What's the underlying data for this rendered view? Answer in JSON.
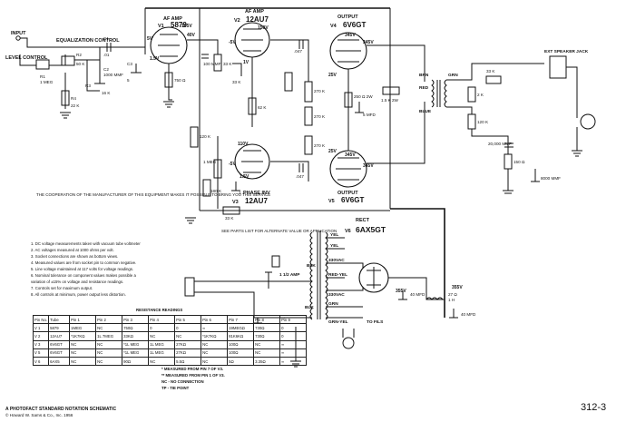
{
  "tubes": {
    "v1": {
      "ref": "V1",
      "type": "5879",
      "role": "AF AMP"
    },
    "v2": {
      "ref": "V2",
      "type": "12AU7",
      "role": "AF AMP"
    },
    "v3": {
      "ref": "V3",
      "type": "12AU7",
      "role": "PHASE INV"
    },
    "v4": {
      "ref": "V4",
      "type": "6V6GT",
      "role": "OUTPUT"
    },
    "v5": {
      "ref": "V5",
      "type": "6V6GT",
      "role": "OUTPUT"
    },
    "v6": {
      "ref": "V6",
      "type": "6AX5GT",
      "role": "RECT"
    }
  },
  "labels": {
    "input": "INPUT",
    "level_control": "LEVEL CONTROL",
    "eq_control": "EQUALIZATION CONTROL",
    "ext_speaker_jack": "EXT SPEAKER JACK",
    "to_fils": "TO FILS",
    "volts_330ac_a": "330VAC",
    "volts_330ac_b": "330VAC",
    "amp_fuse": "1 1/2 AMP",
    "wire_blk": "BLK",
    "wire_red": "RED",
    "wire_blue": "BLUE",
    "wire_brn": "BRN",
    "wire_grn": "GRN",
    "wire_yel": "YEL",
    "wire_red_yel": "RED-YEL",
    "wire_grn_yel": "GRN-YEL"
  },
  "components": [
    {
      "ref": "R1",
      "value": "1 MEG"
    },
    {
      "ref": "C1",
      "value": ".01"
    },
    {
      "ref": "R2",
      "value": "50 K"
    },
    {
      "ref": "C2",
      "value": "1000 MMF"
    },
    {
      "ref": "R3",
      "value": "16 K"
    },
    {
      "ref": "R4",
      "value": "22 K"
    },
    {
      "ref": "C3",
      "value": "5"
    },
    {
      "ref": "R5",
      "value": "750 Ω"
    },
    {
      "ref": "R6",
      "value": "33 K"
    },
    {
      "ref": "R7",
      "value": "120 K"
    },
    {
      "ref": "C5",
      "value": "100 MMF"
    },
    {
      "ref": "R9",
      "value": "33 K"
    },
    {
      "ref": "R8",
      "value": "62 K"
    },
    {
      "ref": "C6",
      "value": ".047"
    },
    {
      "ref": "R10",
      "value": "1 MEG"
    },
    {
      "ref": "R11",
      "value": "180 K"
    },
    {
      "ref": "C7",
      "value": ".1"
    },
    {
      "ref": "R13",
      "value": "33 K"
    },
    {
      "ref": "C8",
      "value": ".047"
    },
    {
      "ref": "R14",
      "value": "270 K"
    },
    {
      "ref": "R15",
      "value": "270 K"
    },
    {
      "ref": "R16",
      "value": "270 K"
    },
    {
      "ref": "R17",
      "value": "250 Ω 2W"
    },
    {
      "ref": "C9",
      "value": "5 MFD"
    },
    {
      "ref": "R18",
      "value": "1.5 K 2W"
    },
    {
      "ref": "R19",
      "value": "33 K"
    },
    {
      "ref": "R20",
      "value": "2 K"
    },
    {
      "ref": "R21",
      "value": "120 K"
    },
    {
      "ref": "C11",
      "value": "20,000 MMF"
    },
    {
      "ref": "R22",
      "value": "150 Ω"
    },
    {
      "ref": "C12",
      "value": "8000 MMF"
    },
    {
      "ref": "C10",
      "value": "40 MFD"
    },
    {
      "ref": "C10B",
      "value": "40 MFD"
    },
    {
      "ref": "R23",
      "value": "27 Ω"
    },
    {
      "ref": "L1",
      "value": "1 H"
    }
  ],
  "voltages": {
    "v1_plate": "40V",
    "v1_screen": "105V",
    "v1_cathode": "5V",
    "v1_heater": "1.5V",
    "v2_plate": "150V",
    "v2_cathode": "-5V",
    "v2_grid": "1V",
    "v3_plate": "110V",
    "v3_cathode": "1.5V",
    "v3_grid": "-5V",
    "v4_plate": "345V",
    "v4_screen": "345V",
    "v4_cathode": "25V",
    "v5_plate": "345V",
    "v5_screen": "345V",
    "v5_cathode": "25V",
    "rect_out": "355V",
    "b_plus": "355V"
  },
  "notes": {
    "cooperation": "THE COOPERATION OF THE MANUFACTURER OF THIS EQUIPMENT MAKES IT POSSIBLE TO BRING YOU THIS SERVICE",
    "parts_list": "SEE PARTS LIST FOR ALTERNATE VALUE OR APPLICATION",
    "list": [
      "1. DC voltage measurements taken with vacuum tube voltmeter",
      "2. AC voltages measured at 1000 ohms per volt.",
      "3. Socket connections are shown as bottom views.",
      "4. Measured values are from socket pin to common negative.",
      "5. Line voltage maintained at 117 volts for voltage readings.",
      "6. Nominal tolerance on component values makes possible a",
      "   variation of ±15% on voltage and resistance readings.",
      "7. Controls set for maximum output.",
      "8. All controls at minimum, power output less distortion."
    ]
  },
  "resistance_table": {
    "title": "RESISTANCE READINGS",
    "headers": [
      "Pin No.",
      "Tube",
      "Pin 1",
      "Pin 2",
      "Pin 3",
      "Pin 4",
      "Pin 5",
      "Pin 6",
      "Pin 7",
      "Pin 8",
      "Pin 9"
    ],
    "rows": [
      [
        "V 1",
        "5879",
        "1MEG",
        "NC",
        "750Ω",
        "0",
        "0",
        "∞",
        "19MEGΩ",
        "730Ω",
        "0"
      ],
      [
        "V 2",
        "12AU7",
        "*1K7KΩ",
        "1L 7MEG",
        "33KΩ",
        "NC",
        "NC",
        "*1K7KΩ",
        "81K6KΩ",
        "730Ω",
        "0"
      ],
      [
        "V 3",
        "6V6GT",
        "NC",
        "NC",
        "*1L MEG",
        "1L MEG",
        "27KΩ",
        "NC",
        "100Ω",
        "NC",
        "∞"
      ],
      [
        "V 5",
        "6V6GT",
        "NC",
        "NC",
        "*1L MEG",
        "1L MEG",
        "27KΩ",
        "NC",
        "100Ω",
        "NC",
        "∞"
      ],
      [
        "V 6",
        "6AX5",
        "NC",
        "NC",
        "90Ω",
        "NC",
        "5.5Ω",
        "NC",
        "5Ω",
        "3.35Ω",
        "∞"
      ]
    ],
    "footnotes": [
      "* MEASURED FROM PIN 7 OF V3.",
      "** MEASURED FROM PIN 1 OF V3.",
      "NC - NO CONNECTION",
      "TP - TIE POINT"
    ]
  },
  "footer": {
    "line1": "A PHOTOFACT STANDARD NOTATION SCHEMATIC",
    "line2": "© Howard W. Sams & Co., Inc. 1956",
    "page_code": "312-3"
  }
}
